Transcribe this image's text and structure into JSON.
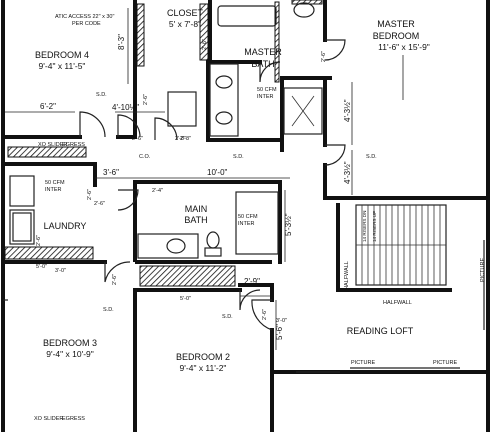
{
  "rooms": {
    "master_bedroom": {
      "name_line1": "MASTER",
      "name_line2": "BEDROOM",
      "size": "11'-6\" x 15'-9\""
    },
    "bedroom4": {
      "name": "BEDROOM 4",
      "size": "9'-4\" x 11'-5\""
    },
    "closet": {
      "name": "CLOSET",
      "size": "5' x 7'-8\""
    },
    "master_bath": {
      "name_line1": "MASTER",
      "name_line2": "BATH"
    },
    "main_bath": {
      "name_line1": "MAIN",
      "name_line2": "BATH"
    },
    "laundry": {
      "name": "LAUNDRY"
    },
    "bedroom3": {
      "name": "BEDROOM 3",
      "size": "9'-4\" x 10'-9\""
    },
    "bedroom2": {
      "name": "BEDROOM 2",
      "size": "9'-4\" x 11'-2\""
    },
    "reading_loft": {
      "name": "READING LOFT"
    }
  },
  "notes": {
    "attic_access_line1": "ATIC ACCESS 22\" x 30\"",
    "attic_access_line2": "PER CODE",
    "fan_mb_line1": "50 CFM",
    "fan_mb_line2": "INTER",
    "fan_main_line1": "50 CFM",
    "fan_main_line2": "INTER",
    "fan_laundry_line1": "50 CFM",
    "fan_laundry_line2": "INTER",
    "sd": "S.D.",
    "co": "C.O.",
    "xo_slider": "XO SLIDER",
    "xo_slider_egress": "XO SLIDER",
    "egress": "EGRESS",
    "egress2": "EGRESS",
    "halfwall": "HALFWALL",
    "halfwall_v": "HALFWALL",
    "picture1": "PICTURE",
    "picture2": "PICTURE",
    "picture_v": "PICTURE",
    "dn_risers": "14 RISERS DN",
    "up_risers": "14 RISERS UP"
  },
  "dimensions": {
    "d1": "8'-3\"",
    "d2": "6'-2\"",
    "d3": "4'-10½\"",
    "d4": "3'-6\"",
    "d5": "10'-0\"",
    "d6": "4'-3½\"",
    "d7": "4'-3½\"",
    "d8": "5'-3½\"",
    "d9": "2'-9\"",
    "d10": "5'-6\"",
    "d11": "5'-0\"",
    "d12": "5'-0\"",
    "d13": "2'-6\"",
    "d14": "2'-6\"",
    "d15": "2'-6\"",
    "d16": "2'-8\"",
    "d17": "2'-4\"",
    "d18": "2'-6\"",
    "d19": "2'-6\"",
    "d20": "2'-6\"",
    "d21": "2'-6\"",
    "d22": "2'-8\"",
    "d23": "2'-6\"",
    "d24": "2'-6\"",
    "d25": "2'-6\"",
    "d26": "3'-0\"",
    "d27": "3'-0\""
  }
}
